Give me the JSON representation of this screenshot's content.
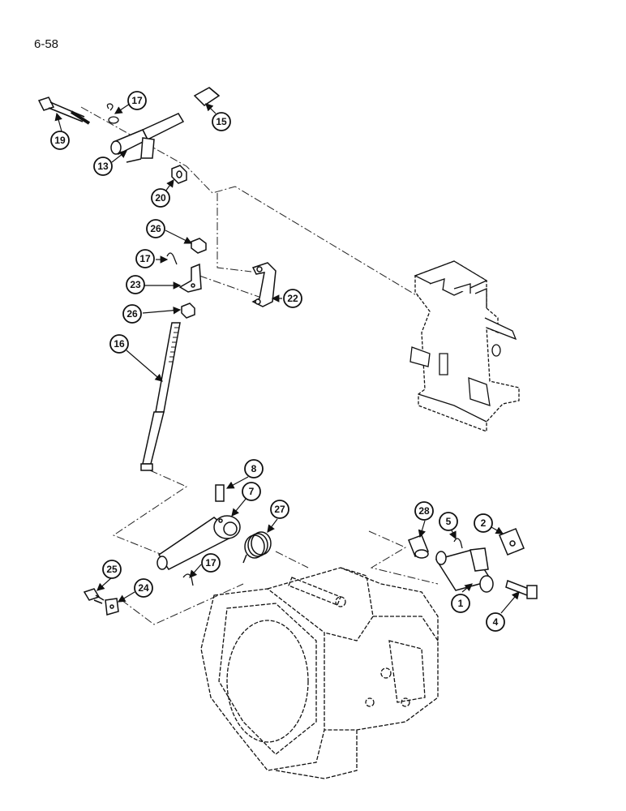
{
  "page_number": "6-58",
  "callouts": [
    {
      "id": "c17a",
      "label": "17"
    },
    {
      "id": "c15",
      "label": "15"
    },
    {
      "id": "c19",
      "label": "19"
    },
    {
      "id": "c13",
      "label": "13"
    },
    {
      "id": "c20",
      "label": "20"
    },
    {
      "id": "c26a",
      "label": "26"
    },
    {
      "id": "c17b",
      "label": "17"
    },
    {
      "id": "c23",
      "label": "23"
    },
    {
      "id": "c22",
      "label": "22"
    },
    {
      "id": "c26b",
      "label": "26"
    },
    {
      "id": "c16",
      "label": "16"
    },
    {
      "id": "c8",
      "label": "8"
    },
    {
      "id": "c7",
      "label": "7"
    },
    {
      "id": "c27",
      "label": "27"
    },
    {
      "id": "c17c",
      "label": "17"
    },
    {
      "id": "c25",
      "label": "25"
    },
    {
      "id": "c24",
      "label": "24"
    },
    {
      "id": "c28",
      "label": "28"
    },
    {
      "id": "c5",
      "label": "5"
    },
    {
      "id": "c2",
      "label": "2"
    },
    {
      "id": "c1",
      "label": "1"
    },
    {
      "id": "c4",
      "label": "4"
    }
  ]
}
